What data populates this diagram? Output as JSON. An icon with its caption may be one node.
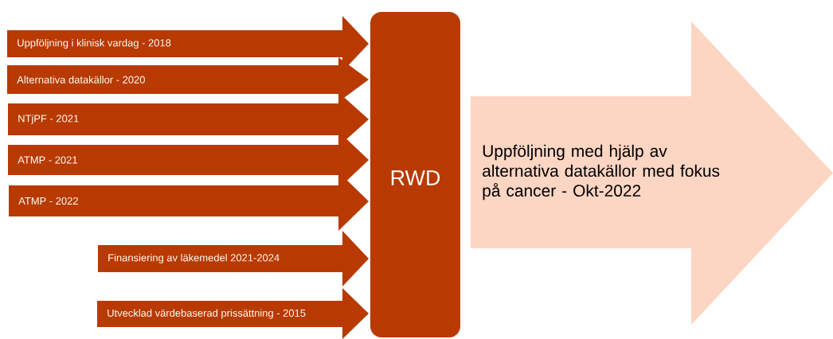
{
  "diagram": {
    "nodes": [
      {
        "text": [
          "Uppföljning i klinisk vardag - 2018"
        ]
      },
      {
        "text": [
          "Alternativa datakällor - 2020"
        ]
      },
      {
        "text": [
          "NTjPF - 2021"
        ]
      },
      {
        "text": [
          "ATMP - 2021"
        ]
      },
      {
        "text": [
          "ATMP - 2022"
        ]
      },
      {
        "text": [
          "Finansiering av läkemedel 2021-2024"
        ]
      },
      {
        "text": [
          "Utvecklad värdebaserad prissättning - 2015"
        ]
      },
      {
        "text": [
          "RWD"
        ]
      },
      {
        "text": [
          "Uppföljning med hjälp av alternativa datakällor med fokus på cancer - Okt-2022"
        ]
      }
    ]
  }
}
